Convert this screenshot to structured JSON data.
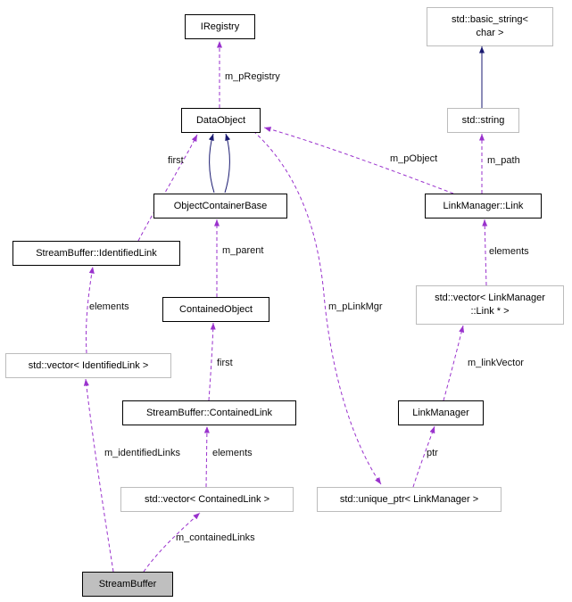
{
  "diagram": {
    "type": "collaboration-graph",
    "colors": {
      "usage_edge": "#9a32cd",
      "inheritance_edge": "#191970",
      "class_border": "#000000",
      "external_border": "#bcbcbc",
      "current_node_fill": "#bfbfbf",
      "background": "#ffffff"
    },
    "nodes": {
      "iregistry": {
        "label": "IRegistry"
      },
      "basic_string": {
        "label": "std::basic_string<\nchar >"
      },
      "dataobject": {
        "label": "DataObject"
      },
      "std_string": {
        "label": "std::string"
      },
      "objectcontainerbase": {
        "label": "ObjectContainerBase"
      },
      "linkmanager_link": {
        "label": "LinkManager::Link"
      },
      "sb_identifiedlink": {
        "label": "StreamBuffer::IdentifiedLink"
      },
      "containedobject": {
        "label": "ContainedObject"
      },
      "vector_lm_link": {
        "label": "std::vector< LinkManager\n::Link * >"
      },
      "vector_identifiedlink": {
        "label": "std::vector< IdentifiedLink >"
      },
      "sb_containedlink": {
        "label": "StreamBuffer::ContainedLink"
      },
      "linkmanager": {
        "label": "LinkManager"
      },
      "vector_containedlink": {
        "label": "std::vector< ContainedLink >"
      },
      "unique_ptr_lm": {
        "label": "std::unique_ptr< LinkManager >"
      },
      "streambuffer": {
        "label": "StreamBuffer"
      }
    },
    "edges": {
      "m_pregistry": {
        "label": "m_pRegistry"
      },
      "identified_first": {
        "label": "first"
      },
      "m_pobject": {
        "label": "m_pObject"
      },
      "m_path": {
        "label": "m_path"
      },
      "m_parent": {
        "label": "m_parent"
      },
      "identified_elements": {
        "label": "elements"
      },
      "link_elements": {
        "label": "elements"
      },
      "m_plinkmgr": {
        "label": "m_pLinkMgr"
      },
      "contained_first": {
        "label": "first"
      },
      "m_linkvector": {
        "label": "m_linkVector"
      },
      "m_identifiedlinks": {
        "label": "m_identifiedLinks"
      },
      "contained_elements": {
        "label": "elements"
      },
      "ptr": {
        "label": "ptr"
      },
      "m_containedlinks": {
        "label": "m_containedLinks"
      }
    }
  }
}
